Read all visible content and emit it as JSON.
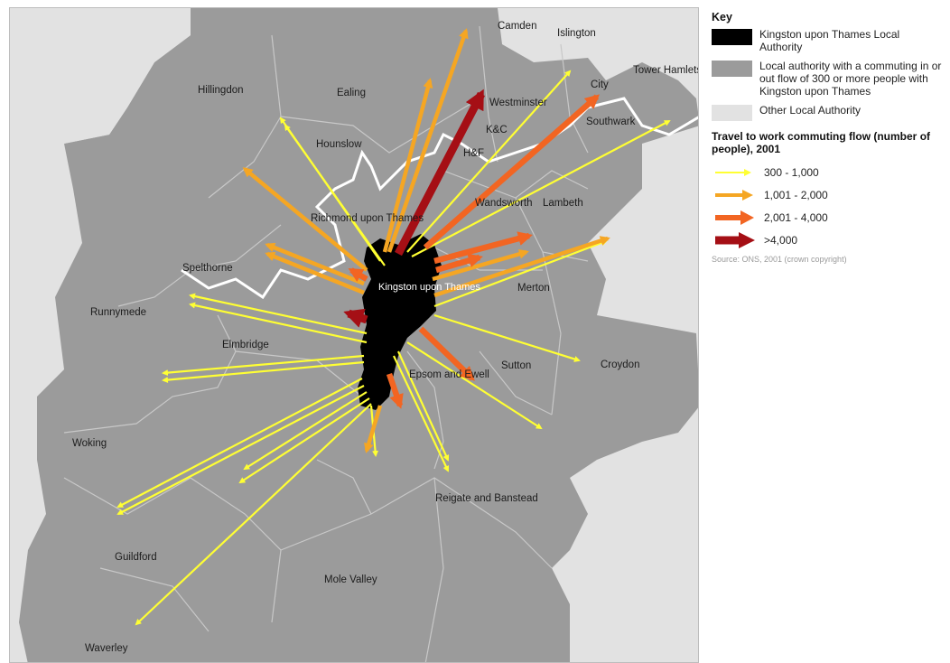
{
  "map": {
    "labels": {
      "camden": "Camden",
      "islington": "Islington",
      "tower_hamlets": "Tower Hamlets",
      "hillingdon": "Hillingdon",
      "ealing": "Ealing",
      "westminster": "Westminster",
      "city": "City",
      "southwark": "Southwark",
      "kc": "K&C",
      "hounslow": "Hounslow",
      "hf": "H&F",
      "wandsworth": "Wandsworth",
      "lambeth": "Lambeth",
      "richmond": "Richmond upon Thames",
      "spelthorne": "Spelthorne",
      "kingston": "Kingston upon Thames",
      "runnymede": "Runnymede",
      "merton": "Merton",
      "elmbridge": "Elmbridge",
      "croydon": "Croydon",
      "sutton": "Sutton",
      "epsom": "Epsom and Ewell",
      "woking": "Woking",
      "reigate": "Reigate and Banstead",
      "guildford": "Guildford",
      "mole_valley": "Mole Valley",
      "waverley": "Waverley"
    }
  },
  "legend": {
    "key_title": "Key",
    "kingston_la": "Kingston upon Thames Local Authority",
    "commuting_la": "Local authority with a commuting in or out flow of 300 or more people with Kingston upon Thames",
    "other_la": "Other Local Authority",
    "flow_title": "Travel to work commuting flow (number of people), 2001",
    "classes": [
      {
        "label": "300 - 1,000",
        "color": "#ffff33"
      },
      {
        "label": "1,001 - 2,000",
        "color": "#f5a623"
      },
      {
        "label": "2,001 - 4,000",
        "color": "#f26522"
      },
      {
        "label": ">4,000",
        "color": "#a50f15"
      }
    ],
    "source": "Source: ONS, 2001 (crown copyright)",
    "colors": {
      "kingston": "#000000",
      "commuting": "#9b9b9b",
      "other": "#e2e2e2"
    }
  }
}
